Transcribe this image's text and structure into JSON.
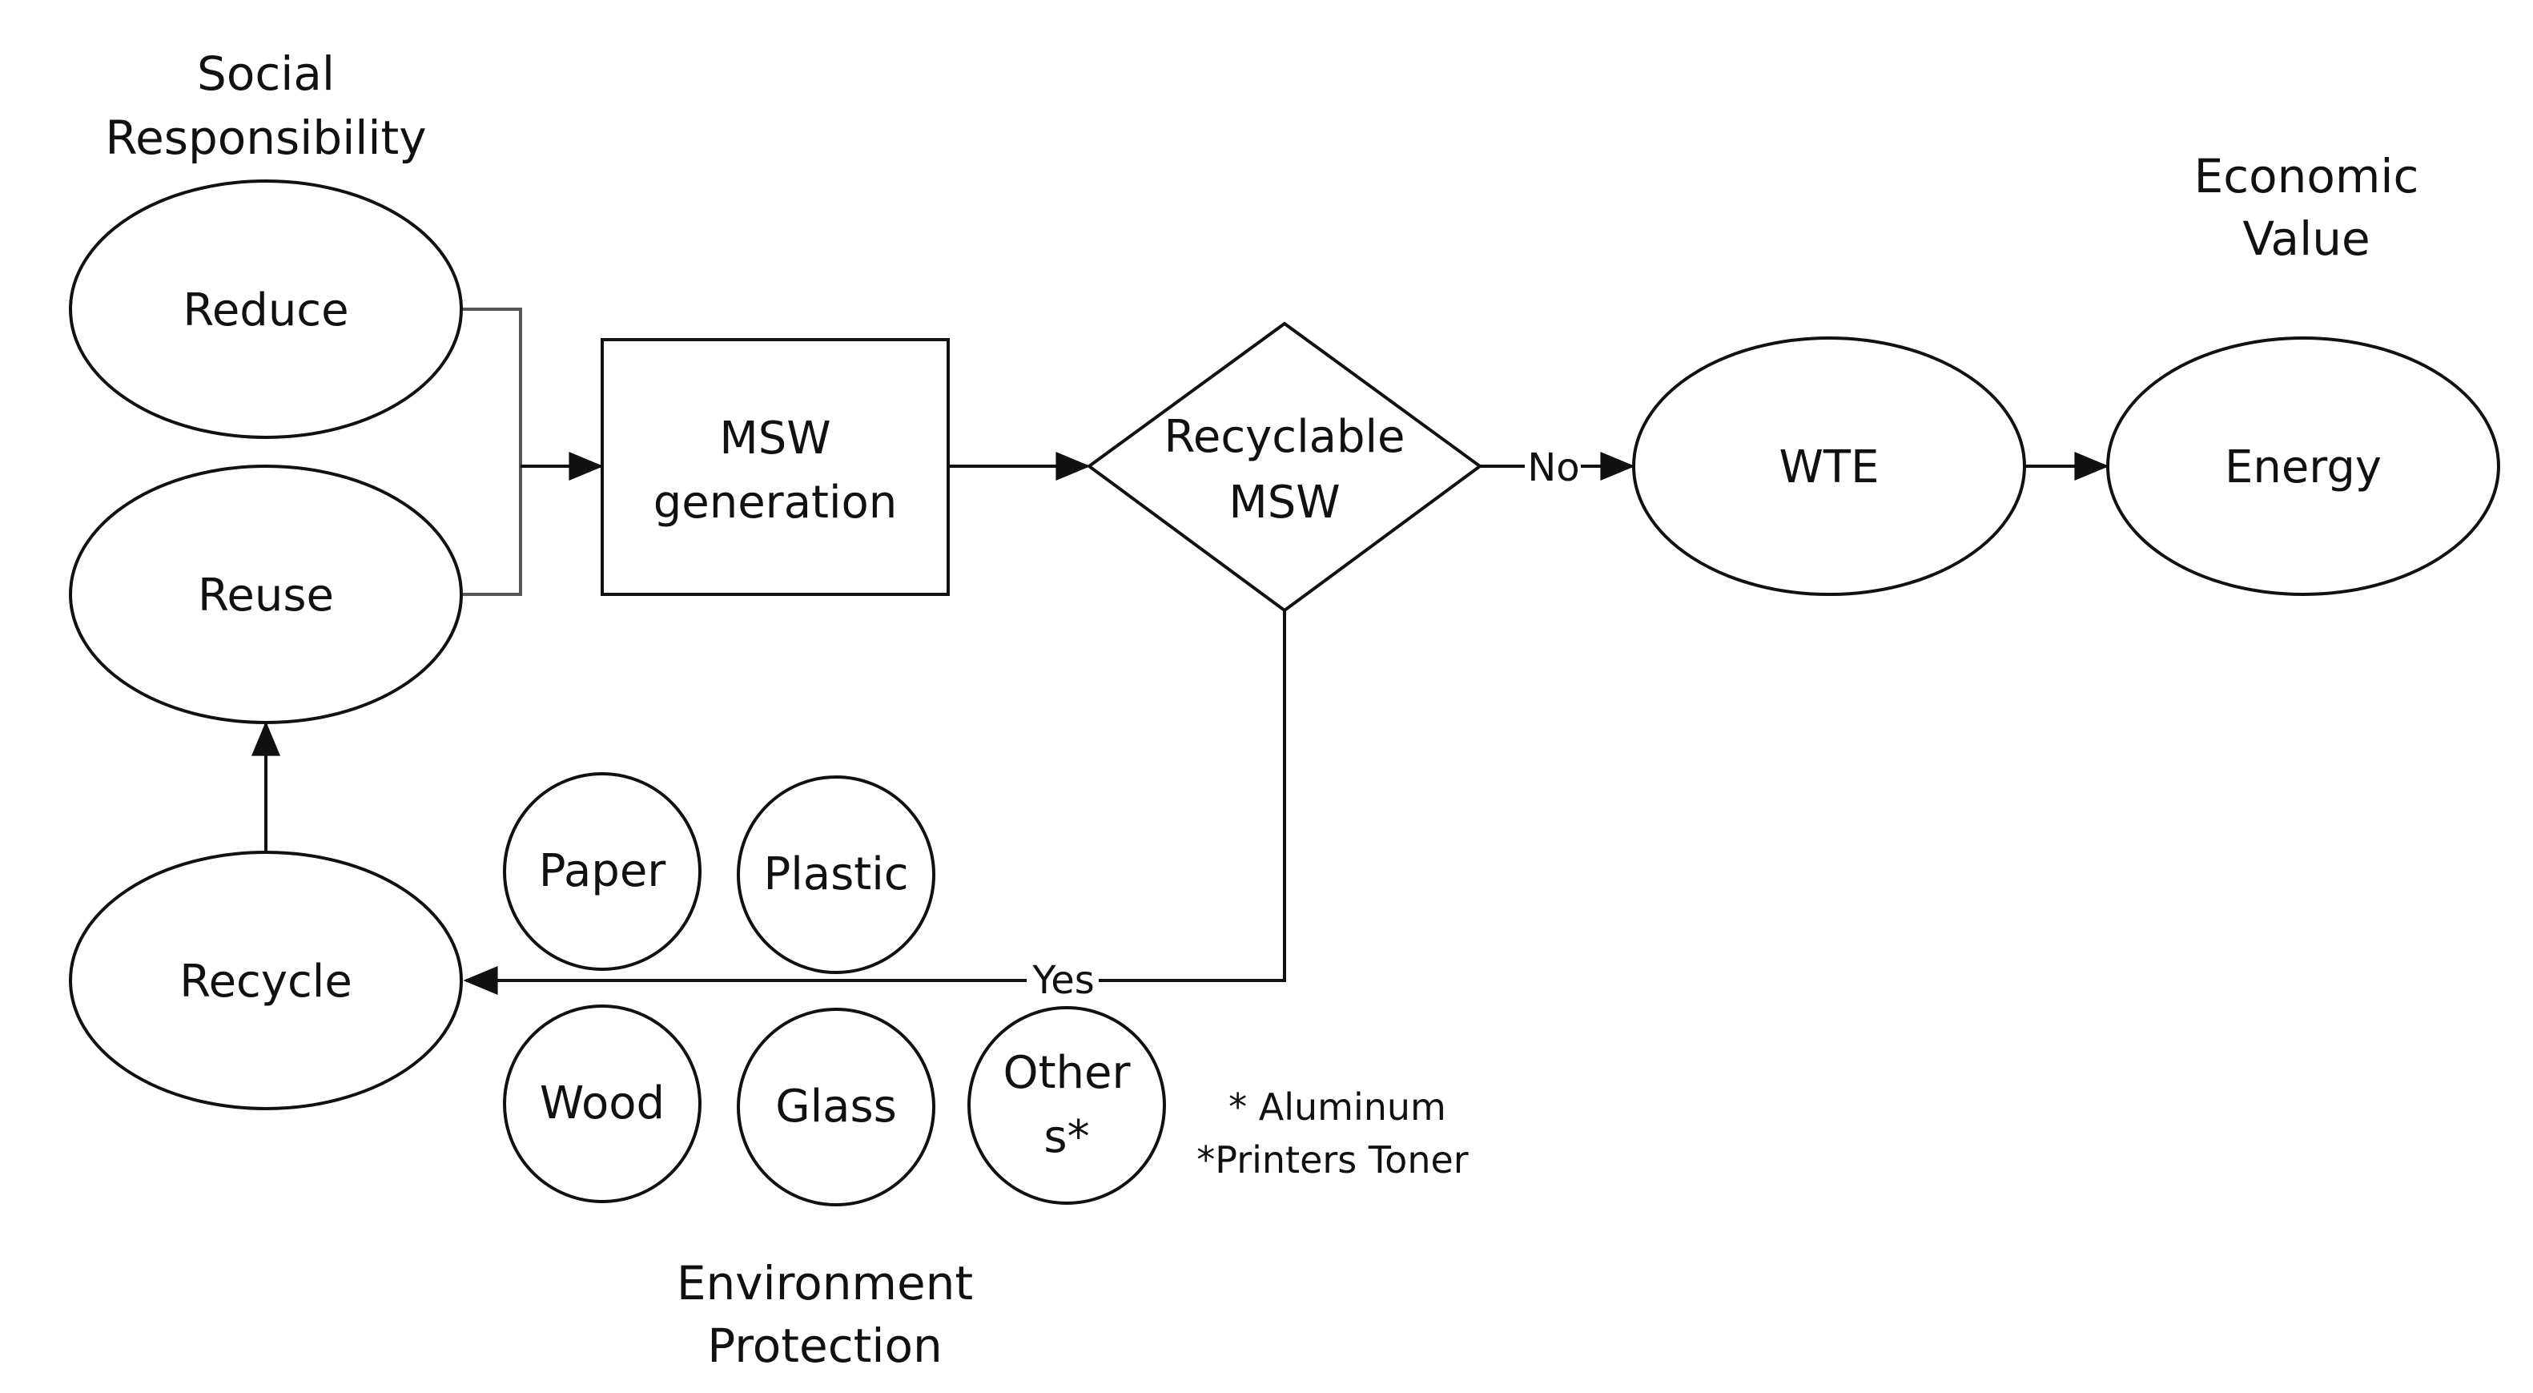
{
  "headings": {
    "social": [
      "Social",
      "Responsibility"
    ],
    "economic": [
      "Economic",
      "Value"
    ],
    "environment": [
      "Environment",
      "Protection"
    ]
  },
  "nodes": {
    "reduce": "Reduce",
    "reuse": "Reuse",
    "recycle": "Recycle",
    "msw_generation": [
      "MSW",
      "generation"
    ],
    "recyclable_msw": [
      "Recyclable",
      "MSW"
    ],
    "wte": "WTE",
    "energy": "Energy"
  },
  "materials": {
    "paper": "Paper",
    "plastic": "Plastic",
    "wood": "Wood",
    "glass": "Glass",
    "others": [
      "Other",
      "s*"
    ]
  },
  "edges": {
    "no": "No",
    "yes": "Yes"
  },
  "notes": [
    "* Aluminum",
    "*Printers Toner"
  ]
}
